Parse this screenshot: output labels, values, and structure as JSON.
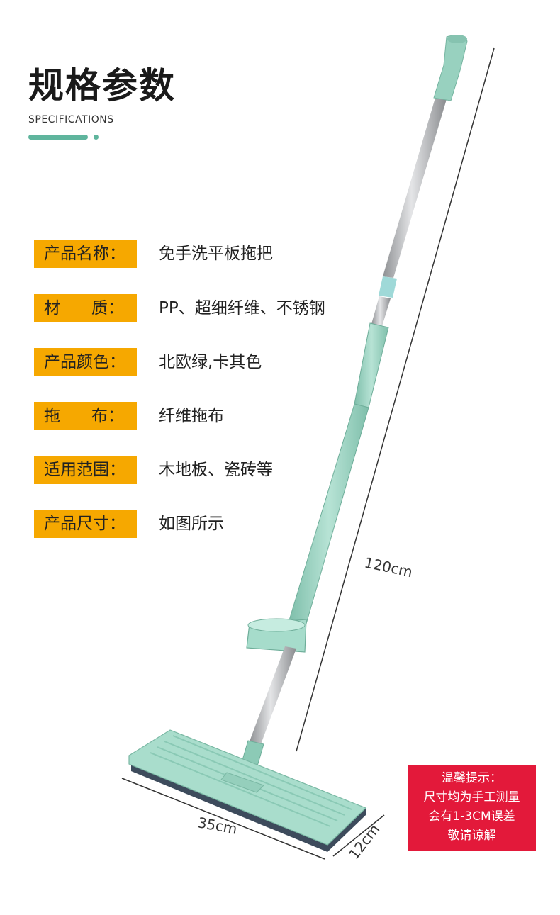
{
  "header": {
    "title": "规格参数",
    "subtitle": "SPECIFICATIONS"
  },
  "specs": [
    {
      "label": "产品名称：",
      "value": "免手洗平板拖把"
    },
    {
      "label": "材      质：",
      "value": "PP、超细纤维、不锈钢"
    },
    {
      "label": "产品颜色：",
      "value": "北欧绿,卡其色"
    },
    {
      "label": "拖      布：",
      "value": "纤维拖布"
    },
    {
      "label": "适用范围：",
      "value": "木地板、瓷砖等"
    },
    {
      "label": "产品尺寸：",
      "value": "如图所示"
    }
  ],
  "dimensions": {
    "height": "120cm",
    "width": "35cm",
    "depth": "12cm"
  },
  "notice": {
    "line1": "温馨提示：",
    "line2": "尺寸均为手工测量",
    "line3": "会有1-3CM误差",
    "line4": "敬请谅解"
  },
  "colors": {
    "accent_green": "#5fb59d",
    "label_orange": "#f6a800",
    "notice_red": "#e3193a",
    "mop_green": "#9ed3c2"
  }
}
